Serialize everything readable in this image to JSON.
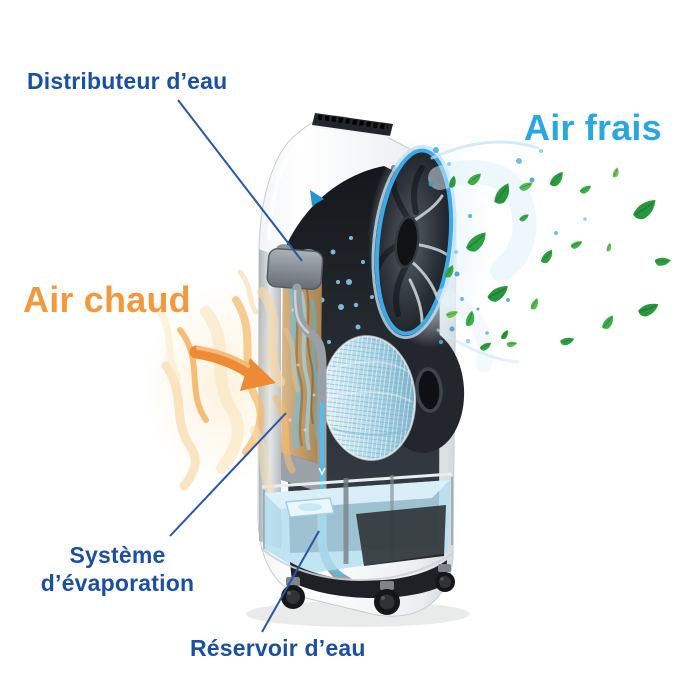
{
  "diagram": {
    "labels": {
      "water_distributor": "Distributeur d’eau",
      "fresh_air": "Air frais",
      "hot_air": "Air chaud",
      "evaporation_system_line1": "Système",
      "evaporation_system_line2": "d’évaporation",
      "water_tank": "Réservoir d’eau"
    },
    "colors": {
      "label_blue": "#1c4f9e",
      "fresh_air_blue": "#2ba7de",
      "hot_air_orange": "#f2993d",
      "leader_line_blue": "#2b55a5",
      "leaf_green": "#2f9e41",
      "fan_ring_blue": "#3fa9e8",
      "water_blue": "#a6d9ee",
      "pad_tan": "#c9a36b"
    }
  }
}
